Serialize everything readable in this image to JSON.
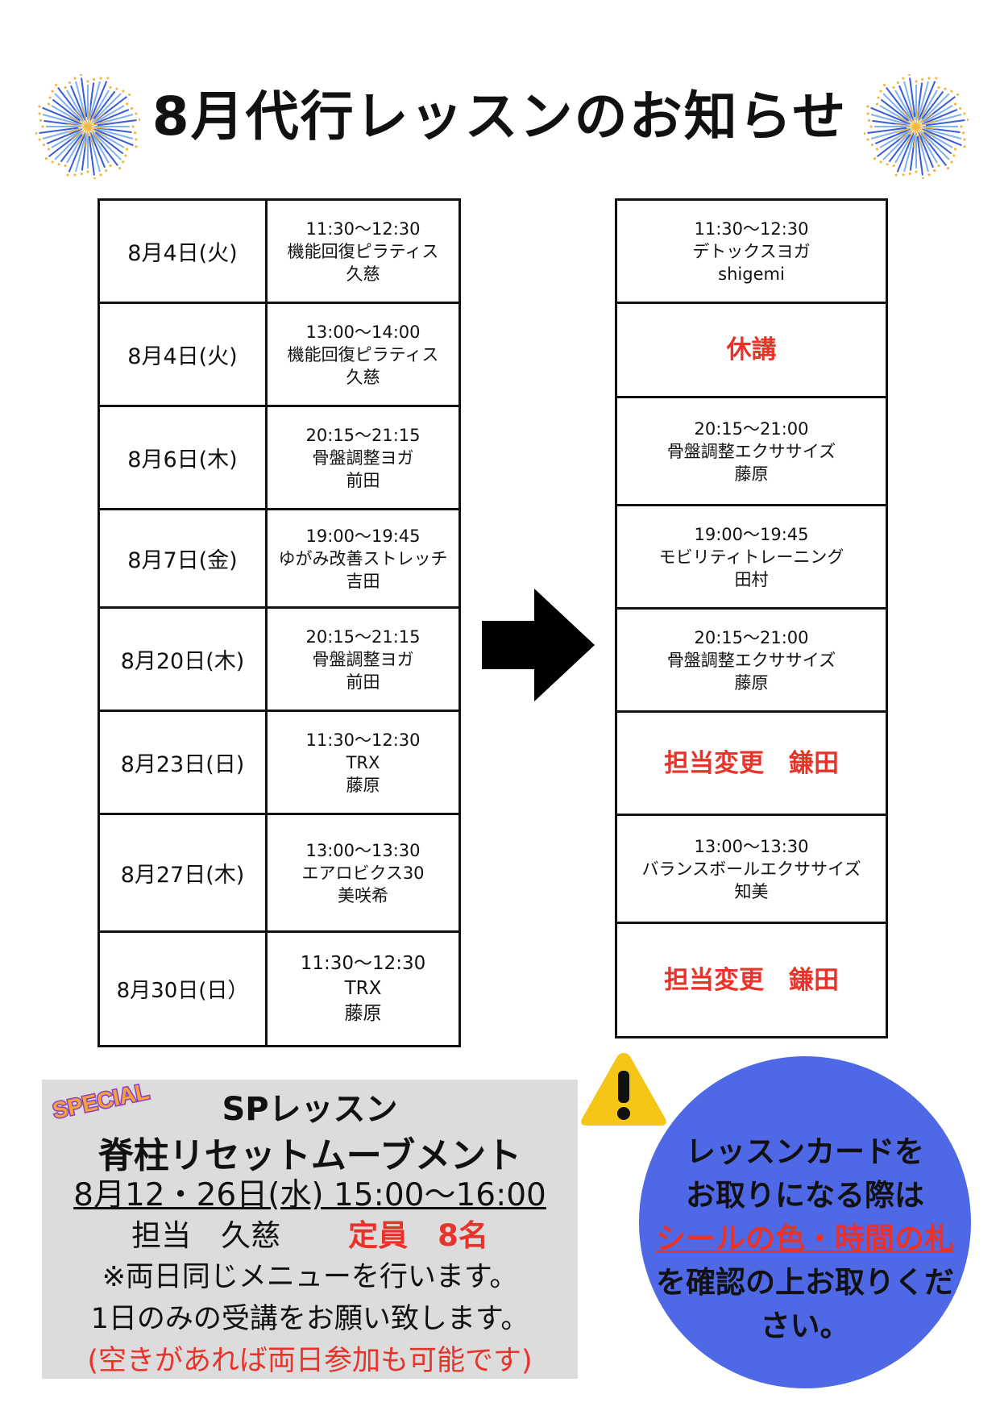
{
  "title": "8月代行レッスンのお知らせ",
  "left_rows": [
    {
      "date": "8月4日(火)",
      "time": "11:30〜12:30",
      "lesson": "機能回復ピラティス",
      "instructor": "久慈"
    },
    {
      "date": "8月4日(火)",
      "time": "13:00〜14:00",
      "lesson": "機能回復ピラティス",
      "instructor": "久慈"
    },
    {
      "date": "8月6日(木)",
      "time": "20:15〜21:15",
      "lesson": "骨盤調整ヨガ",
      "instructor": "前田"
    },
    {
      "date": "8月7日(金)",
      "time": "19:00〜19:45",
      "lesson": "ゆがみ改善ストレッチ",
      "instructor": "吉田"
    },
    {
      "date": "8月20日(木)",
      "time": "20:15〜21:15",
      "lesson": "骨盤調整ヨガ",
      "instructor": "前田"
    },
    {
      "date": "8月23日(日)",
      "time": "11:30〜12:30",
      "lesson": "TRX",
      "instructor": "藤原"
    },
    {
      "date": "8月27日(木)",
      "time": "13:00〜13:30",
      "lesson": "エアロビクス30",
      "instructor": "美咲希"
    },
    {
      "date": "8月30日(日）",
      "time": "11:30〜12:30",
      "lesson": "TRX",
      "instructor": "藤原"
    }
  ],
  "right_rows": [
    {
      "time": "11:30〜12:30",
      "lesson": "デトックスヨガ",
      "instructor": "shigemi",
      "notice": ""
    },
    {
      "time": "",
      "lesson": "",
      "instructor": "",
      "notice": "休講"
    },
    {
      "time": "20:15〜21:00",
      "lesson": "骨盤調整エクササイズ",
      "instructor": "藤原",
      "notice": ""
    },
    {
      "time": "19:00〜19:45",
      "lesson": "モビリティトレーニング",
      "instructor": "田村",
      "notice": ""
    },
    {
      "time": "20:15〜21:00",
      "lesson": "骨盤調整エクササイズ",
      "instructor": "藤原",
      "notice": ""
    },
    {
      "time": "",
      "lesson": "",
      "instructor": "",
      "notice": "担当変更　鎌田"
    },
    {
      "time": "13:00〜13:30",
      "lesson": "バランスボールエクササイズ",
      "instructor": "知美",
      "notice": ""
    },
    {
      "time": "",
      "lesson": "",
      "instructor": "",
      "notice": "担当変更　鎌田"
    }
  ],
  "special": {
    "badge": "SPECIAL",
    "heading": "SPレッスン",
    "name": "脊柱リセットムーブメント",
    "schedule": "8月12・26日(水) 15:00〜16:00",
    "instructor": "担当　久慈",
    "capacity": "定員　8名",
    "note1": "※両日同じメニューを行います。",
    "note2": "1日のみの受講をお願い致します。",
    "note3": "(空きがあれば両日参加も可能です)"
  },
  "notice_circle": {
    "line1": "レッスンカードを",
    "line2": "お取りになる際は",
    "line3": "シールの色・時間の札",
    "line4": "を確認の上お取りくだ",
    "line5": "さい。"
  },
  "colors": {
    "red": "#e8332a",
    "blue_circle": "#4f69e6",
    "gray_box": "#dcdcdc",
    "warning": "#f5c518"
  },
  "icons": {
    "fireworks": "fireworks-icon",
    "arrow": "right-arrow-icon",
    "warning": "warning-icon"
  }
}
